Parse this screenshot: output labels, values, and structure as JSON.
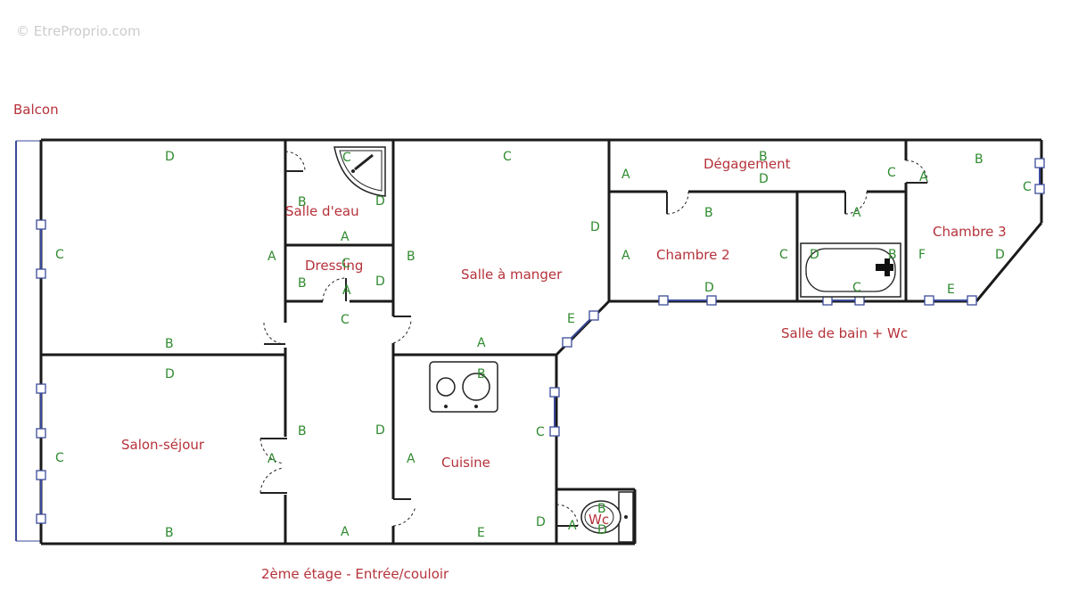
{
  "watermark": "© EtreProprio.com",
  "rooms": {
    "balcon": "Balcon",
    "salle_eau": "Salle d'eau",
    "dressing": "Dressing",
    "salle_manger": "Salle à manger",
    "degagement": "Dégagement",
    "chambre2": "Chambre 2",
    "chambre3": "Chambre 3",
    "salle_bain": "Salle de bain + Wc",
    "salon": "Salon-séjour",
    "cuisine": "Cuisine",
    "wc": "Wc",
    "entree": "2ème étage - Entrée/couloir"
  },
  "wall_labels": {
    "topleft_d": "D",
    "topleft_c": "C",
    "topleft_a": "A",
    "topleft_b": "B",
    "sde_c": "C",
    "sde_b": "B",
    "sde_d": "D",
    "sde_a": "A",
    "dress_c": "C",
    "dress_b": "B",
    "dress_a": "A",
    "dress_d": "D",
    "corr_c": "C",
    "corr_b": "B",
    "corr_d": "D",
    "corr_a": "A",
    "sam_c": "C",
    "sam_d": "D",
    "sam_b": "B",
    "sam_a": "A",
    "sam_e": "E",
    "deg_b": "B",
    "deg_a": "A",
    "deg_c": "C",
    "deg_d": "D",
    "ch2_b": "B",
    "ch2_a": "A",
    "ch2_c": "C",
    "ch2_d": "D",
    "sdb_a": "A",
    "sdb_d": "D",
    "sdb_b": "B",
    "sdb_c": "C",
    "ch3_b": "B",
    "ch3_c": "C",
    "ch3_a": "A",
    "ch3_f": "F",
    "ch3_d": "D",
    "ch3_e": "E",
    "sal_d": "D",
    "sal_c": "C",
    "sal_a": "A",
    "sal_b": "B",
    "cui_b": "B",
    "cui_c": "C",
    "cui_a": "A",
    "cui_e": "E",
    "wc_b": "B",
    "wc_d": "D",
    "wc_a": "A",
    "wc_d2": "D"
  }
}
